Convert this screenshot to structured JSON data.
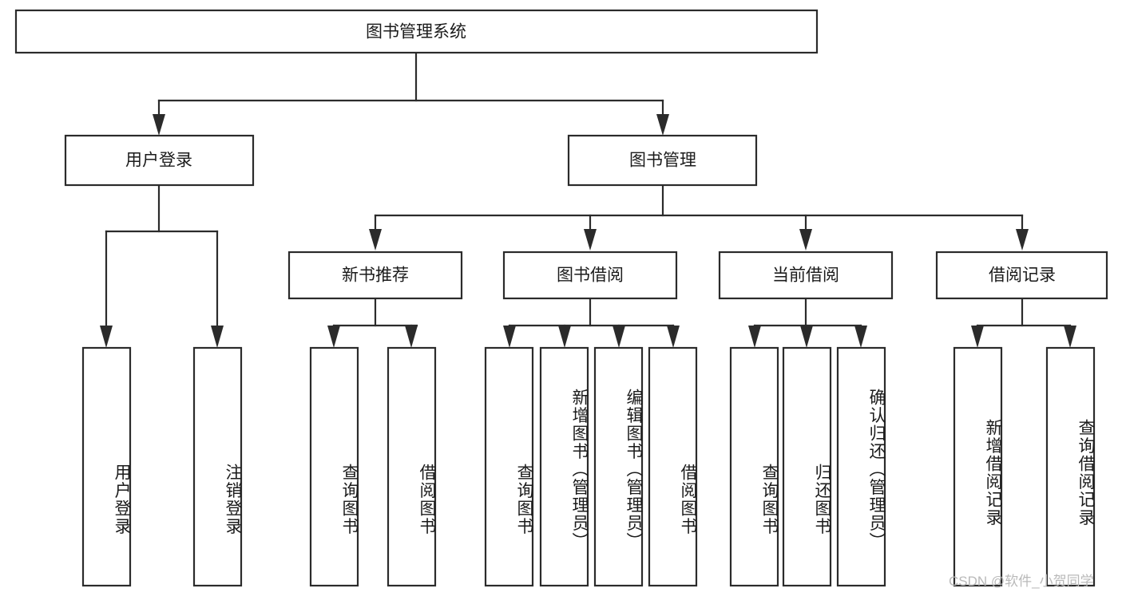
{
  "diagram": {
    "type": "tree",
    "title": "图书管理系统",
    "orientation": "top-down",
    "watermark": "CSDN @软件_小贺同学",
    "colors": {
      "box_fill": "#ffffff",
      "box_stroke": "#2b2b2b",
      "text": "#1b1b1b",
      "background": "#ffffff",
      "watermark": "#b9b9b9"
    },
    "levels": {
      "root": "图书管理系统",
      "level2": [
        "用户登录",
        "图书管理"
      ],
      "level3": [
        "新书推荐",
        "图书借阅",
        "当前借阅",
        "借阅记录"
      ],
      "leaves": [
        "用户登录",
        "注销登录",
        "查询图书",
        "借阅图书",
        "查询图书",
        "新增图书（管理员）",
        "编辑图书（管理员）",
        "借阅图书",
        "查询图书",
        "归还图书",
        "确认归还（管理员）",
        "新增借阅记录",
        "查询借阅记录"
      ]
    },
    "nodes": {
      "root": {
        "label": "图书管理系统"
      },
      "user_login": {
        "label": "用户登录"
      },
      "book_manage": {
        "label": "图书管理"
      },
      "new_book_rec": {
        "label": "新书推荐"
      },
      "book_borrow": {
        "label": "图书借阅"
      },
      "current_borrow": {
        "label": "当前借阅"
      },
      "borrow_record": {
        "label": "借阅记录"
      },
      "leaf_user_login": {
        "label": "用户登录"
      },
      "leaf_logout": {
        "label": "注销登录"
      },
      "leaf_query_book_1": {
        "label": "查询图书"
      },
      "leaf_borrow_book_1": {
        "label": "借阅图书"
      },
      "leaf_query_book_2": {
        "label": "查询图书"
      },
      "leaf_add_book": {
        "label": "新增图书（管理员）"
      },
      "leaf_edit_book": {
        "label": "编辑图书（管理员）"
      },
      "leaf_borrow_book_2": {
        "label": "借阅图书"
      },
      "leaf_query_book_3": {
        "label": "查询图书"
      },
      "leaf_return_book": {
        "label": "归还图书"
      },
      "leaf_confirm_return": {
        "label": "确认归还（管理员）"
      },
      "leaf_add_record": {
        "label": "新增借阅记录"
      },
      "leaf_query_record": {
        "label": "查询借阅记录"
      }
    }
  }
}
